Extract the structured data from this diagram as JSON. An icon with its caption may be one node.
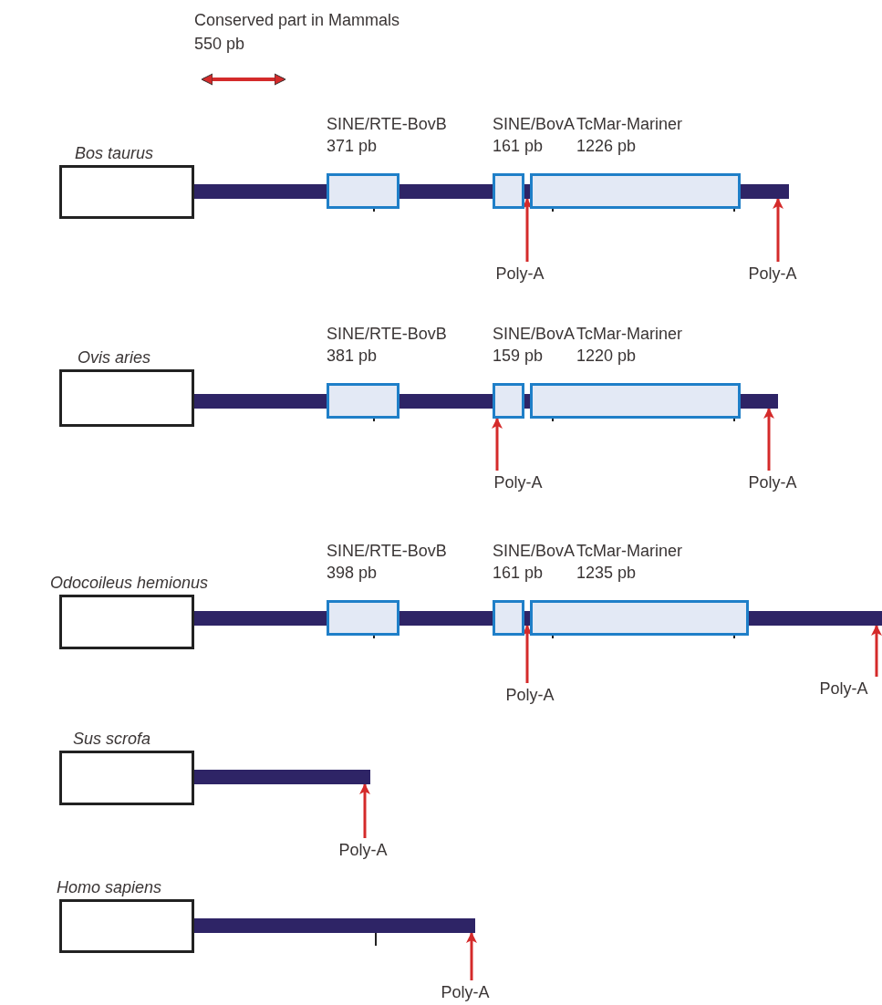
{
  "diagram": {
    "nodes": [
      {
        "text": [
          "Bos taurus"
        ]
      },
      {
        "text": [],
        "shape": "bar"
      },
      {
        "text": [
          "SINE/RTE-BovB",
          "371 pb"
        ]
      },
      {
        "text": [],
        "shape": "bar"
      },
      {
        "text": [
          "SINE/BovA",
          "161 pb"
        ]
      },
      {
        "text": [],
        "shape": "bar"
      },
      {
        "text": [
          "TcMar-Mariner",
          "1226 pb"
        ]
      },
      {
        "text": [],
        "shape": "bar"
      },
      {
        "text": [
          "Poly-A"
        ]
      },
      {
        "text": [
          "Poly-A"
        ]
      },
      {
        "text": [
          "Ovis aries"
        ]
      },
      {
        "text": [],
        "shape": "bar"
      },
      {
        "text": [
          "SINE/RTE-BovB",
          "381 pb"
        ]
      },
      {
        "text": [],
        "shape": "bar"
      },
      {
        "text": [
          "SINE/BovA",
          "159 pb"
        ]
      },
      {
        "text": [],
        "shape": "bar"
      },
      {
        "text": [
          "TcMar-Mariner",
          "1220 pb"
        ]
      },
      {
        "text": [],
        "shape": "bar"
      },
      {
        "text": [
          "Poly-A"
        ]
      },
      {
        "text": [
          "Poly-A"
        ]
      },
      {
        "text": [
          "Odocoileus hemionus"
        ]
      },
      {
        "text": [],
        "shape": "bar"
      },
      {
        "text": [
          "SINE/RTE-BovB",
          "398 pb"
        ]
      },
      {
        "text": [],
        "shape": "bar"
      },
      {
        "text": [
          "SINE/BovA",
          "161 pb"
        ]
      },
      {
        "text": [],
        "shape": "bar"
      },
      {
        "text": [
          "TcMar-Mariner",
          "1235 pb"
        ]
      },
      {
        "text": [],
        "shape": "bar"
      },
      {
        "text": [
          "Poly-A"
        ]
      },
      {
        "text": [
          "Poly-A"
        ]
      },
      {
        "text": [
          "Sus scrofa"
        ]
      },
      {
        "text": [],
        "shape": "bar"
      },
      {
        "text": [
          "Poly-A"
        ]
      },
      {
        "text": [
          "Homo sapiens"
        ]
      },
      {
        "text": [],
        "shape": "bar"
      },
      {
        "text": [
          "Poly-A"
        ]
      }
    ],
    "edges": [
      {
        "from": 8,
        "to": 5,
        "arrow": "to"
      },
      {
        "from": 9,
        "to": 7,
        "arrow": "to"
      },
      {
        "from": 18,
        "to": 14,
        "arrow": "to"
      },
      {
        "from": 19,
        "to": 17,
        "arrow": "to"
      },
      {
        "from": 28,
        "to": 25,
        "arrow": "to"
      },
      {
        "from": 29,
        "to": 27,
        "arrow": "to"
      },
      {
        "from": 32,
        "to": 31,
        "arrow": "to"
      },
      {
        "from": 35,
        "to": 34,
        "arrow": "to"
      }
    ],
    "labels": [
      "Conserved part in Mammals",
      "550 pb"
    ]
  }
}
